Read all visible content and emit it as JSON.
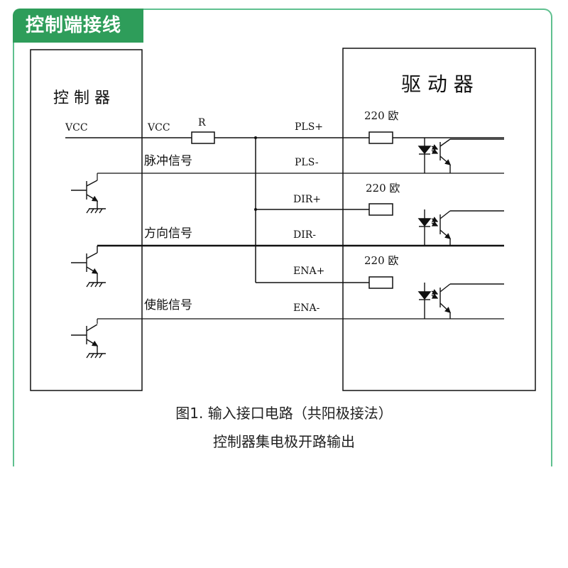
{
  "header": {
    "title": "控制端接线"
  },
  "controller": {
    "title": "控 制 器",
    "vcc_label": "VCC"
  },
  "driver": {
    "title": "驱 动 器"
  },
  "wiring": {
    "vcc_label": "VCC",
    "resistor_label": "R",
    "signals": {
      "pulse": "脉冲信号",
      "direction": "方向信号",
      "enable": "使能信号"
    },
    "terminals": {
      "pls_plus": "PLS+",
      "pls_minus": "PLS-",
      "dir_plus": "DIR+",
      "dir_minus": "DIR-",
      "ena_plus": "ENA+",
      "ena_minus": "ENA-"
    },
    "resistor_values": [
      "220 欧",
      "220 欧",
      "220 欧"
    ]
  },
  "caption": {
    "line1": "图1. 输入接口电路（共阳极接法）",
    "line2": "控制器集电极开路输出"
  },
  "colors": {
    "accent": "#2e9d5a",
    "frame": "#5fc08f"
  }
}
